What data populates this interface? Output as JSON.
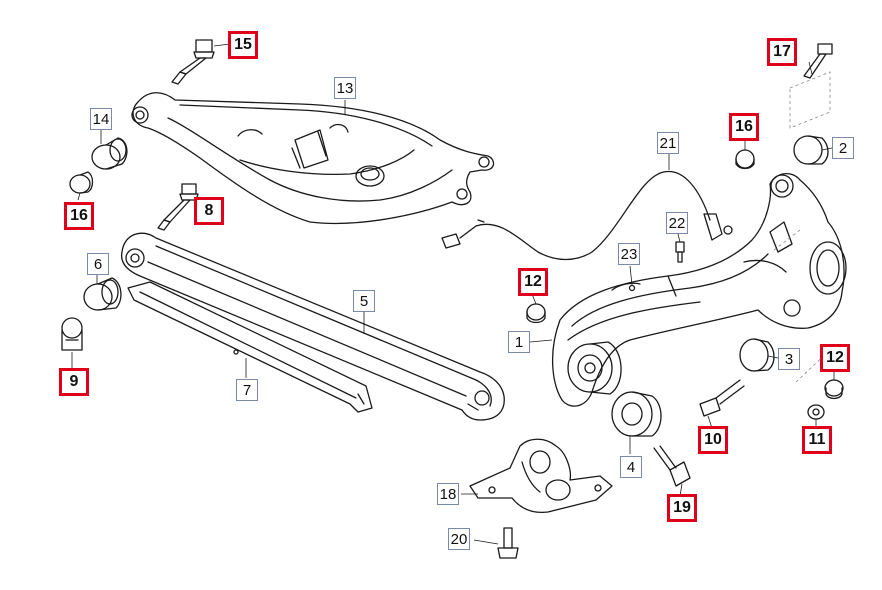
{
  "colors": {
    "highlight_border": "#e0001b",
    "label_border": "#7a8aa8",
    "line": "#1a1a1a"
  },
  "callouts": [
    {
      "id": "c15",
      "label": "15",
      "highlighted": true
    },
    {
      "id": "c13",
      "label": "13",
      "highlighted": false
    },
    {
      "id": "c14",
      "label": "14",
      "highlighted": false
    },
    {
      "id": "c16a",
      "label": "16",
      "highlighted": true
    },
    {
      "id": "c8",
      "label": "8",
      "highlighted": true
    },
    {
      "id": "c6",
      "label": "6",
      "highlighted": false
    },
    {
      "id": "c9",
      "label": "9",
      "highlighted": true
    },
    {
      "id": "c5",
      "label": "5",
      "highlighted": false
    },
    {
      "id": "c7",
      "label": "7",
      "highlighted": false
    },
    {
      "id": "c21",
      "label": "21",
      "highlighted": false
    },
    {
      "id": "c22",
      "label": "22",
      "highlighted": false
    },
    {
      "id": "c23",
      "label": "23",
      "highlighted": false
    },
    {
      "id": "c12a",
      "label": "12",
      "highlighted": true
    },
    {
      "id": "c1",
      "label": "1",
      "highlighted": false
    },
    {
      "id": "c17",
      "label": "17",
      "highlighted": true
    },
    {
      "id": "c16b",
      "label": "16",
      "highlighted": true
    },
    {
      "id": "c2",
      "label": "2",
      "highlighted": false
    },
    {
      "id": "c12b",
      "label": "12",
      "highlighted": true
    },
    {
      "id": "c3",
      "label": "3",
      "highlighted": false
    },
    {
      "id": "c4",
      "label": "4",
      "highlighted": false
    },
    {
      "id": "c10",
      "label": "10",
      "highlighted": true
    },
    {
      "id": "c11",
      "label": "11",
      "highlighted": true
    },
    {
      "id": "c19",
      "label": "19",
      "highlighted": true
    },
    {
      "id": "c18",
      "label": "18",
      "highlighted": false
    },
    {
      "id": "c20",
      "label": "20",
      "highlighted": false
    }
  ]
}
